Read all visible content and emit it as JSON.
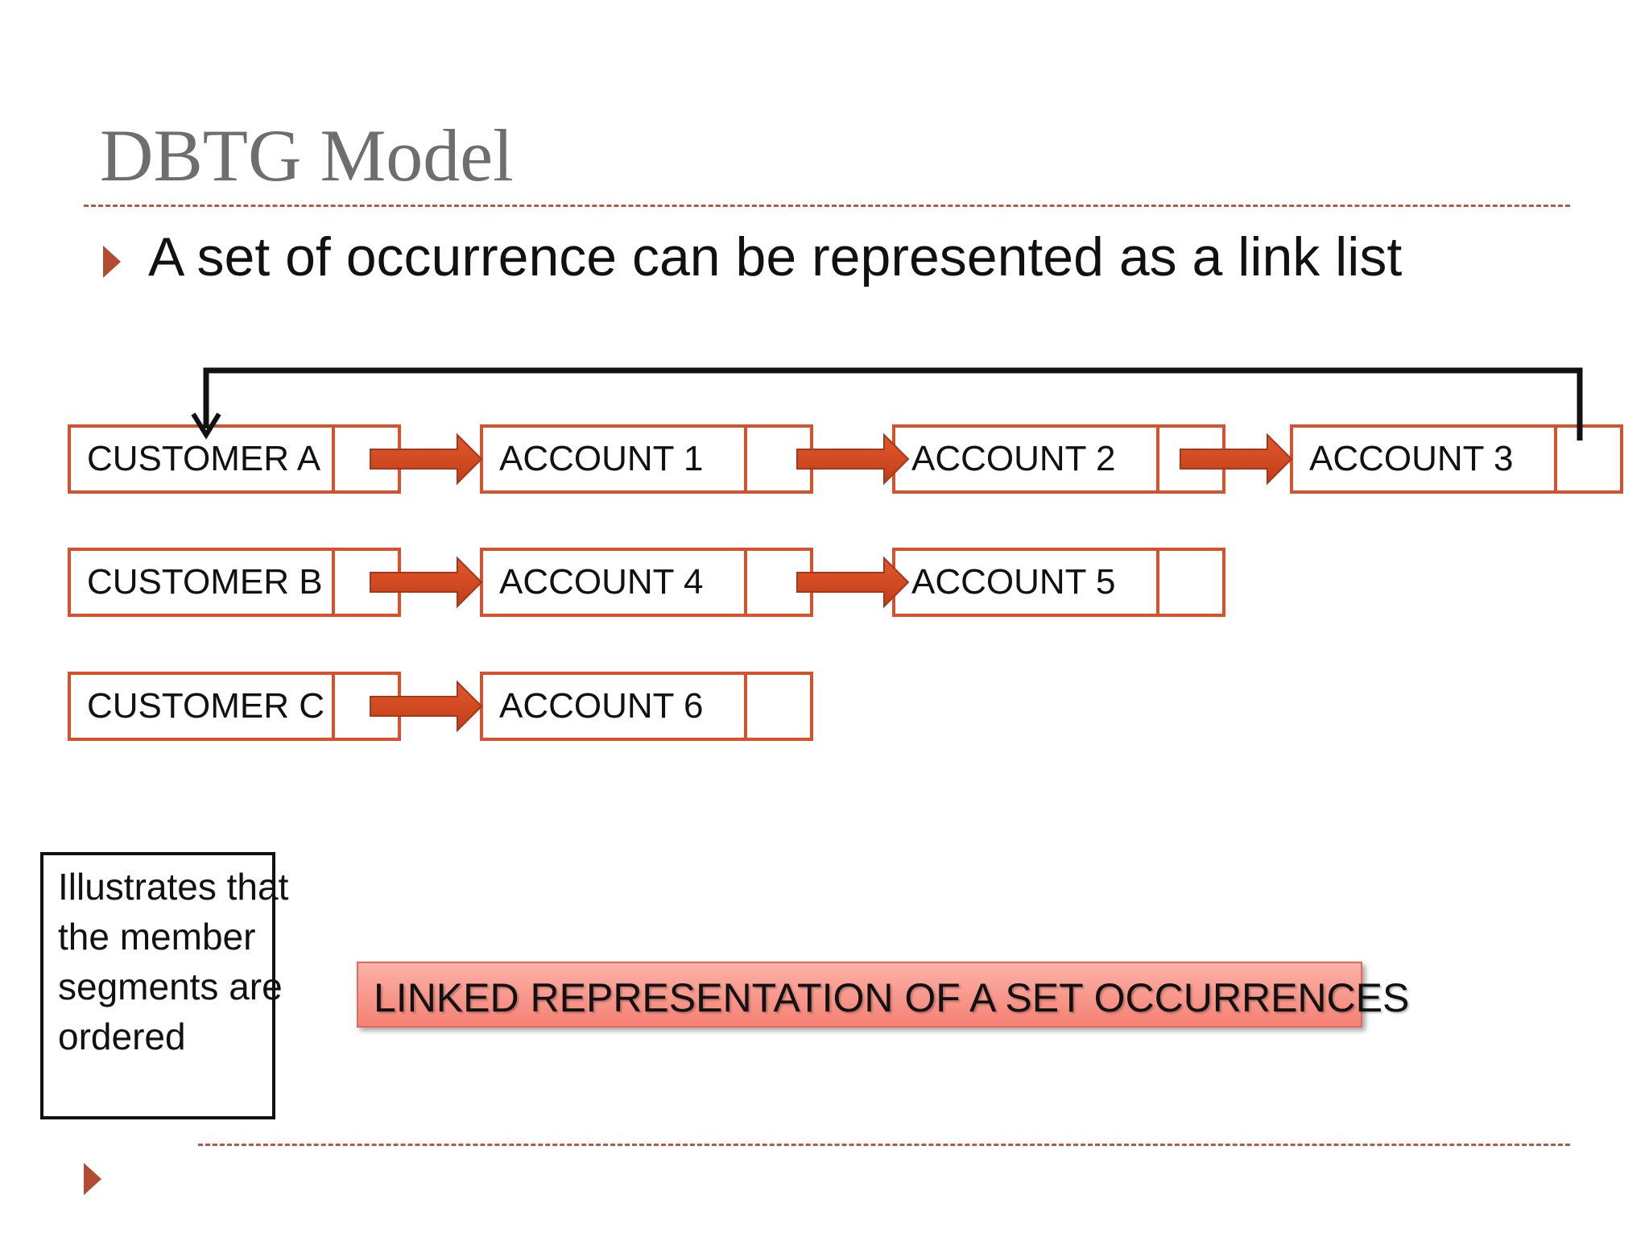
{
  "slide": {
    "title": "DBTG Model",
    "bullet": "A set of occurrence can be represented as a link list",
    "accent_color": "#d5522c",
    "arrow_color": "#d0461f"
  },
  "records": {
    "customer_a": "CUSTOMER A",
    "customer_b": "CUSTOMER B",
    "customer_c": "CUSTOMER C",
    "account_1": "ACCOUNT 1",
    "account_2": "ACCOUNT 2",
    "account_3": "ACCOUNT 3",
    "account_4": "ACCOUNT 4",
    "account_5": "ACCOUNT 5",
    "account_6": "ACCOUNT 6"
  },
  "note": {
    "text": "Illustrates that the member segments are ordered"
  },
  "caption": {
    "text": "LINKED REPRESENTATION OF A SET OCCURRENCES"
  }
}
